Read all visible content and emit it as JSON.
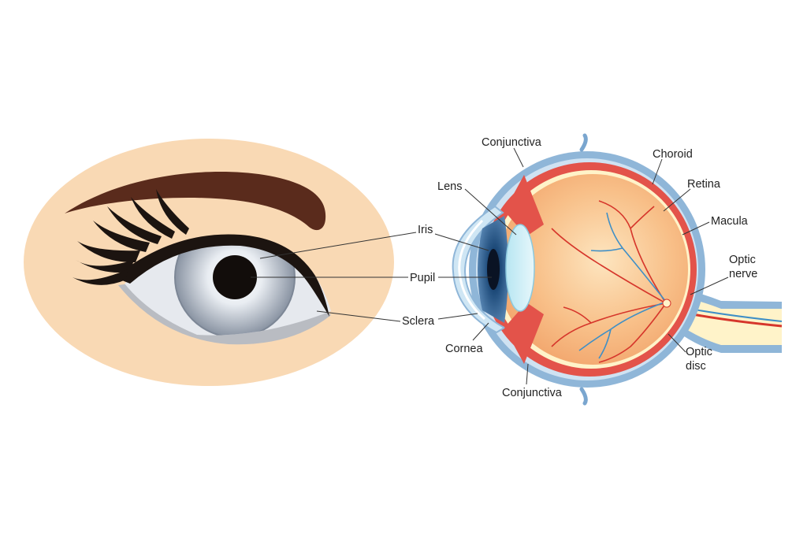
{
  "labels": {
    "iris": "Iris",
    "pupil": "Pupil",
    "sclera": "Sclera",
    "conjunctiva_top": "Conjunctiva",
    "lens": "Lens",
    "cornea": "Cornea",
    "conjunctiva_bottom": "Conjunctiva",
    "choroid": "Choroid",
    "retina": "Retina",
    "macula": "Macula",
    "optic_nerve_line1": "Optic",
    "optic_nerve_line2": "nerve",
    "optic_disc_line1": "Optic",
    "optic_disc_line2": "disc"
  },
  "colors": {
    "skin": "#f9d9b4",
    "brow": "#5a2b1c",
    "lash": "#1c1410",
    "iris_outer": "#8993a2",
    "iris_inner": "#e9edf2",
    "pupil": "#120d0b",
    "sclera_outer": "#8fb6d8",
    "choroid": "#e3534a",
    "retina": "#fff3c9",
    "vitreous": "#f8c089",
    "vessel_red": "#d6362b",
    "vessel_blue": "#3f8fc6"
  }
}
